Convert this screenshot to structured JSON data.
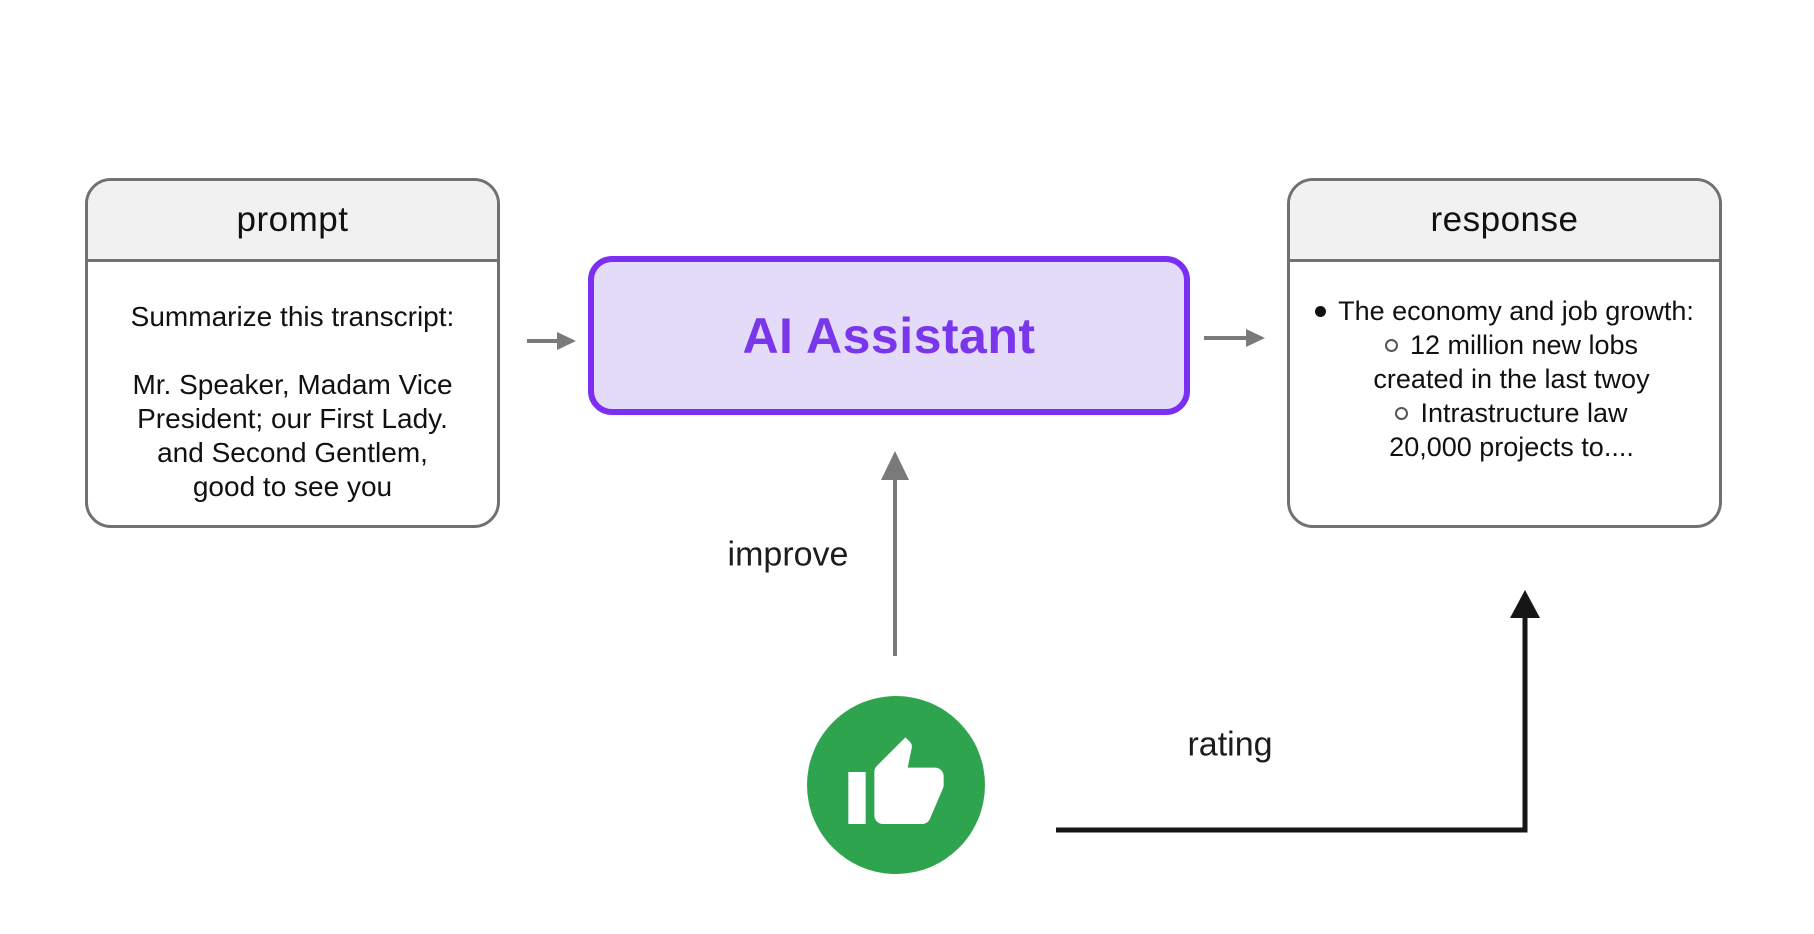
{
  "diagram": {
    "prompt_box": {
      "title": "prompt",
      "body_lines": [
        "Summarize this transcript:",
        "",
        "Mr. Speaker, Madam Vice",
        "President; our First Lady.",
        "and Second Gentlem,",
        "good to see you"
      ]
    },
    "ai_box": {
      "label": "AI Assistant"
    },
    "response_box": {
      "title": "response",
      "bullets": {
        "main": "The economy and job growth:",
        "sub1_line1": "12 million new lobs",
        "sub1_line2": "created in the last twoy",
        "sub2_line1": "Intrastructure law",
        "sub2_line2": "20,000 projects to...."
      }
    },
    "labels": {
      "improve": "improve",
      "rating": "rating"
    },
    "icons": {
      "thumbs_up": "thumbs-up-icon",
      "bullet_filled": "bullet-disc-icon",
      "bullet_hollow": "bullet-ring-icon"
    },
    "colors": {
      "ai_box_fill": "#e4dbf8",
      "ai_box_border": "#7b2ff2",
      "ai_box_text": "#7936ea",
      "uml_border": "#717174",
      "uml_header_fill": "#f1f1f2",
      "arrow_gray": "#7a7a7a",
      "arrow_black": "#161616",
      "thumb_green": "#2ea44f",
      "thumb_glyph": "#ffffff"
    }
  }
}
